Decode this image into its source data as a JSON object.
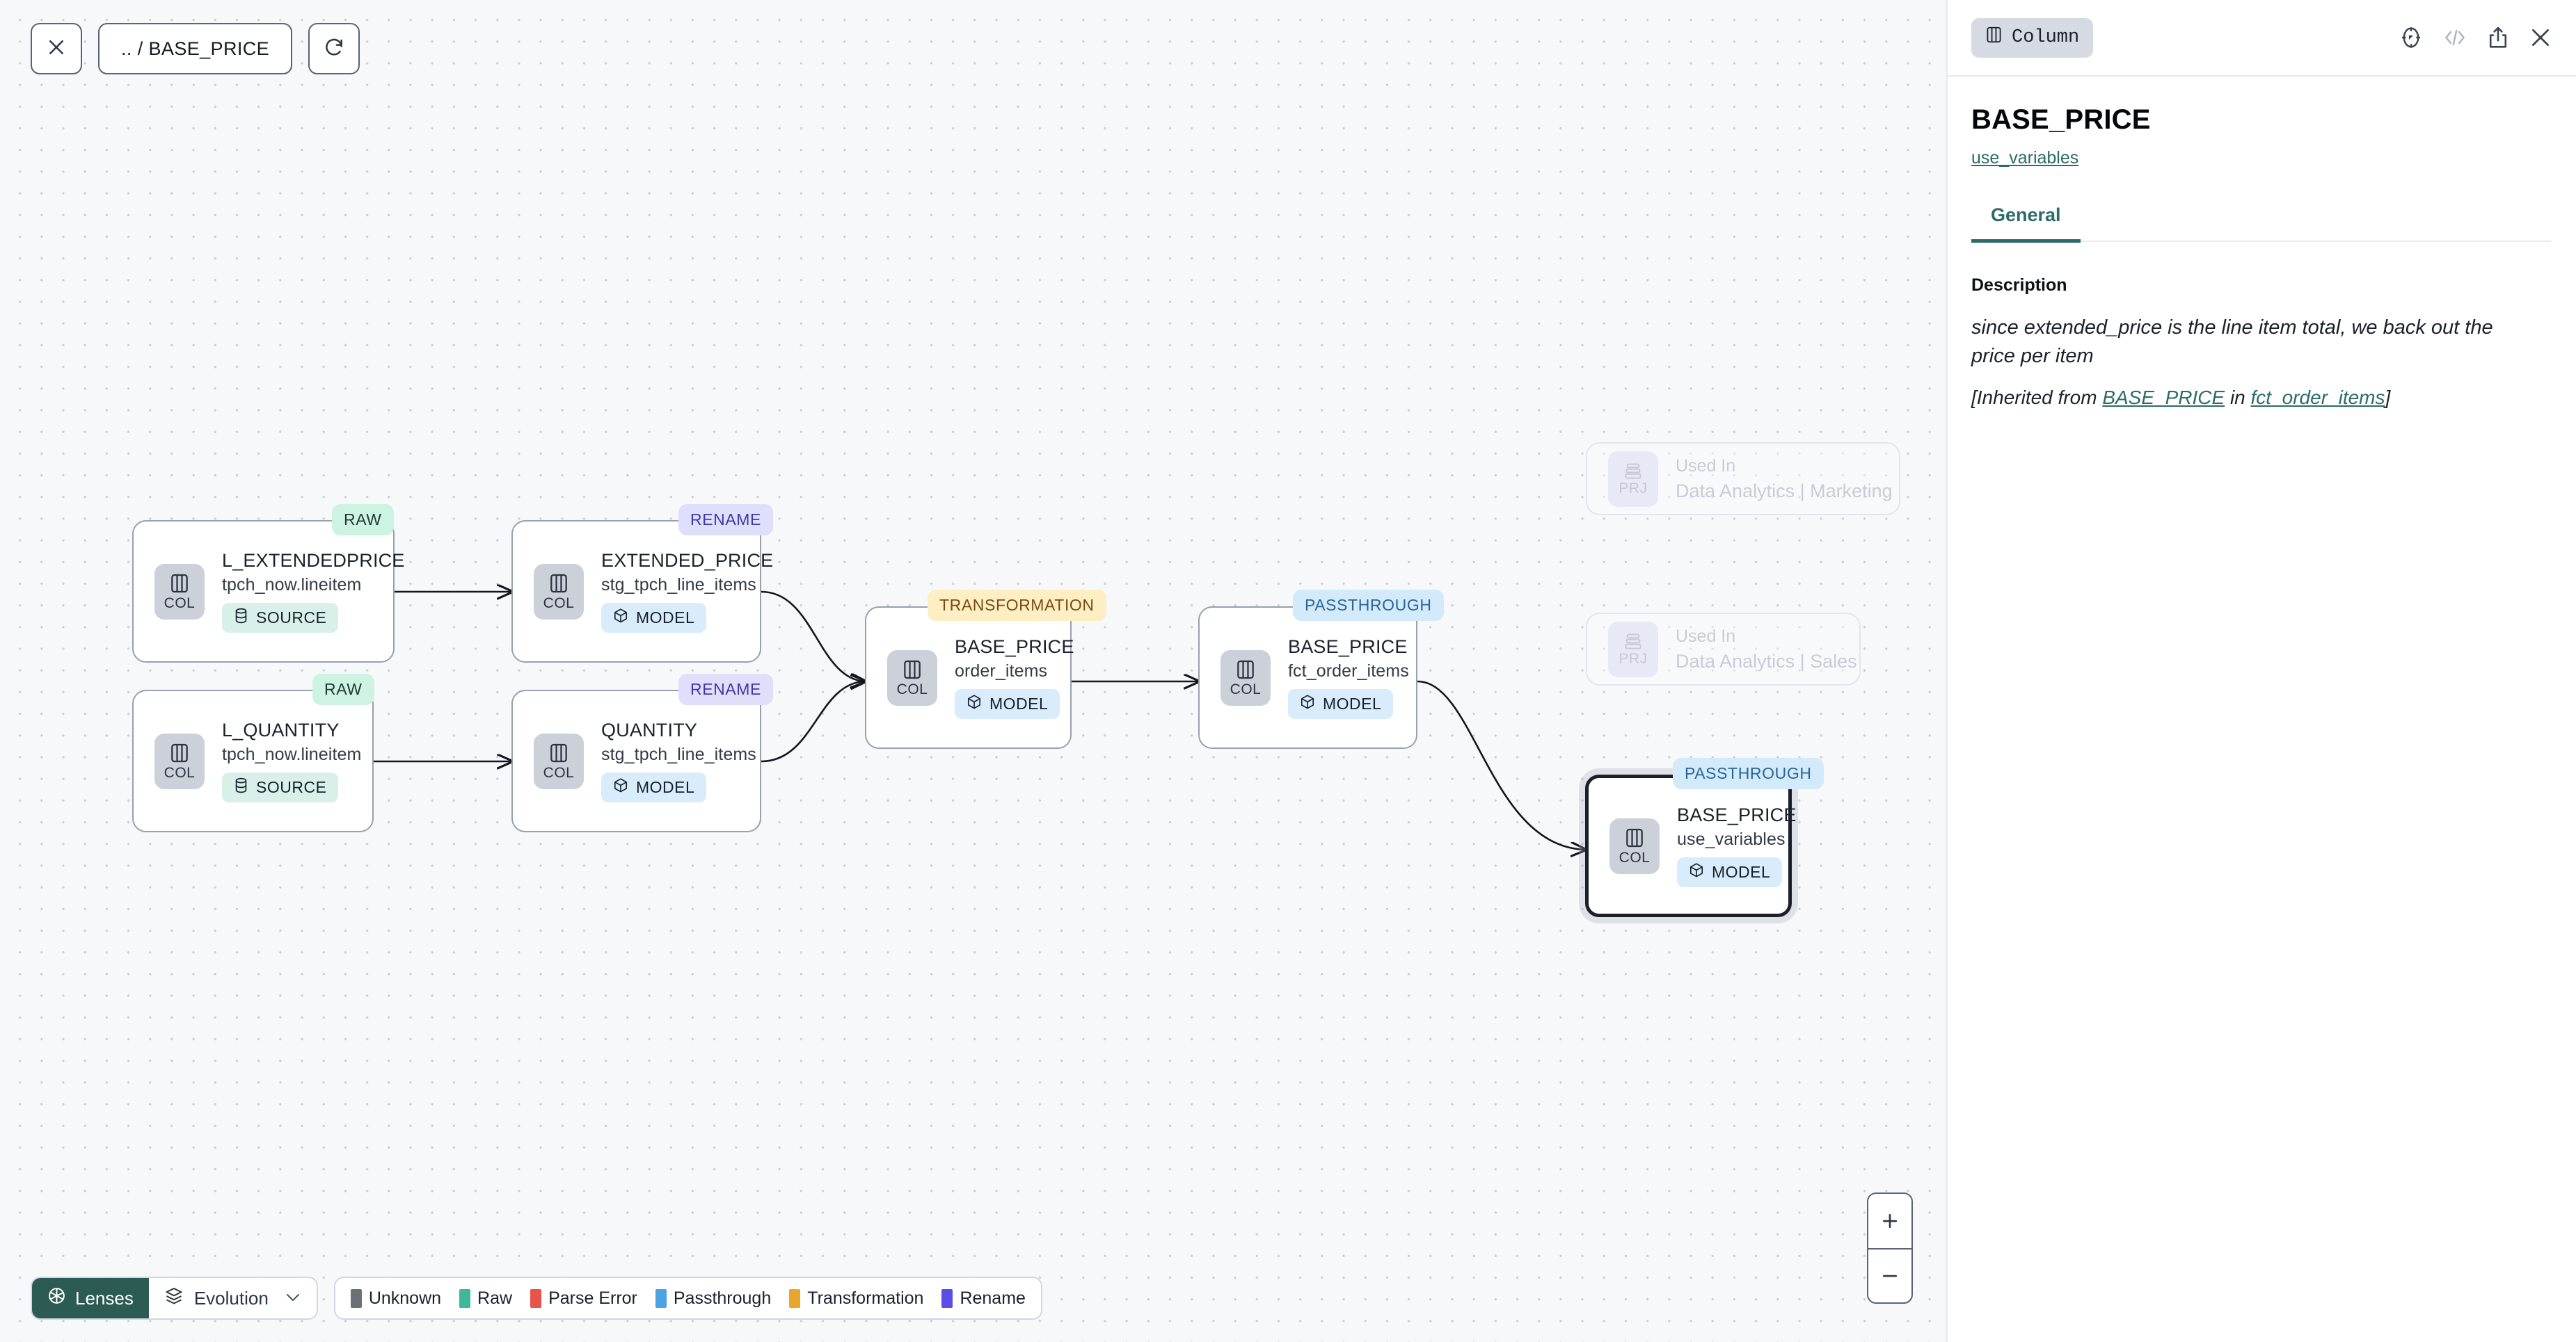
{
  "toolbar": {
    "close_icon": "close-icon",
    "breadcrumb": ".. / BASE_PRICE",
    "refresh_icon": "refresh-icon"
  },
  "canvas": {
    "nodes": [
      {
        "id": "l_extendedprice",
        "title": "L_EXTENDEDPRICE",
        "subtitle": "tpch_now.lineitem",
        "icon_label": "COL",
        "badge": "SOURCE",
        "badge_kind": "source",
        "tag": "RAW",
        "tag_kind": "raw",
        "selected": false
      },
      {
        "id": "l_quantity",
        "title": "L_QUANTITY",
        "subtitle": "tpch_now.lineitem",
        "icon_label": "COL",
        "badge": "SOURCE",
        "badge_kind": "source",
        "tag": "RAW",
        "tag_kind": "raw",
        "selected": false
      },
      {
        "id": "extended_price",
        "title": "EXTENDED_PRICE",
        "subtitle": "stg_tpch_line_items",
        "icon_label": "COL",
        "badge": "MODEL",
        "badge_kind": "model",
        "tag": "RENAME",
        "tag_kind": "rename",
        "selected": false
      },
      {
        "id": "quantity",
        "title": "QUANTITY",
        "subtitle": "stg_tpch_line_items",
        "icon_label": "COL",
        "badge": "MODEL",
        "badge_kind": "model",
        "tag": "RENAME",
        "tag_kind": "rename",
        "selected": false
      },
      {
        "id": "base_price_order_items",
        "title": "BASE_PRICE",
        "subtitle": "order_items",
        "icon_label": "COL",
        "badge": "MODEL",
        "badge_kind": "model",
        "tag": "TRANSFORMATION",
        "tag_kind": "transformation",
        "selected": false
      },
      {
        "id": "base_price_fct_order_items",
        "title": "BASE_PRICE",
        "subtitle": "fct_order_items",
        "icon_label": "COL",
        "badge": "MODEL",
        "badge_kind": "model",
        "tag": "PASSTHROUGH",
        "tag_kind": "passthrough",
        "selected": false
      },
      {
        "id": "base_price_use_variables",
        "title": "BASE_PRICE",
        "subtitle": "use_variables",
        "icon_label": "COL",
        "badge": "MODEL",
        "badge_kind": "model",
        "tag": "PASSTHROUGH",
        "tag_kind": "passthrough",
        "selected": true
      }
    ],
    "ghost_nodes": [
      {
        "id": "used_in_marketing",
        "icon_label": "PRJ",
        "line1": "Used In",
        "line2": "Data Analytics | Marketing"
      },
      {
        "id": "used_in_sales",
        "icon_label": "PRJ",
        "line1": "Used In",
        "line2": "Data Analytics | Sales"
      }
    ]
  },
  "bottom_bar": {
    "lenses_label": "Lenses",
    "evolution_label": "Evolution",
    "legend": [
      {
        "label": "Unknown",
        "color": "#6c7178"
      },
      {
        "label": "Raw",
        "color": "#3fb79a"
      },
      {
        "label": "Parse Error",
        "color": "#e8534a"
      },
      {
        "label": "Passthrough",
        "color": "#4ba3e3"
      },
      {
        "label": "Transformation",
        "color": "#eaa62c"
      },
      {
        "label": "Rename",
        "color": "#5b4de6"
      }
    ]
  },
  "zoom_controls": {
    "zoom_in": "+",
    "zoom_out": "−"
  },
  "panel": {
    "kind_chip": "Column",
    "title": "BASE_PRICE",
    "parent_link": "use_variables",
    "tabs": [
      {
        "label": "General",
        "active": true
      }
    ],
    "description_label": "Description",
    "description_text": "since extended_price is the line item total, we back out the price per item",
    "inherited_prefix": "[Inherited from ",
    "inherited_column": "BASE_PRICE",
    "inherited_mid": " in ",
    "inherited_model": "fct_order_items",
    "inherited_suffix": "]"
  },
  "colors": {
    "accent_teal": "#2c6b68",
    "lenses_bg": "#2b5b53",
    "canvas_bg": "#f6f8fa"
  }
}
